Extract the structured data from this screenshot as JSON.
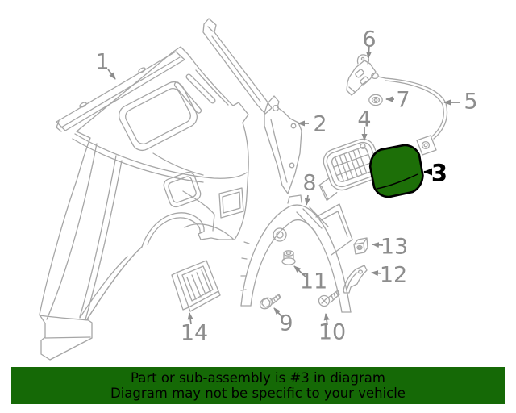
{
  "colors": {
    "line_color": "#a6a6a6",
    "label_color": "#8d8d8d",
    "highlight_green": "#1d6f08",
    "banner_green": "#156906",
    "ink": "#000000"
  },
  "diagram": {
    "highlighted_callout": "3",
    "callouts": [
      {
        "num": "1"
      },
      {
        "num": "2"
      },
      {
        "num": "3"
      },
      {
        "num": "4"
      },
      {
        "num": "5"
      },
      {
        "num": "6"
      },
      {
        "num": "7"
      },
      {
        "num": "8"
      },
      {
        "num": "9"
      },
      {
        "num": "10"
      },
      {
        "num": "11"
      },
      {
        "num": "12"
      },
      {
        "num": "13"
      },
      {
        "num": "14"
      }
    ]
  },
  "banner": {
    "line1": "Part or sub-assembly is #3 in diagram",
    "line2": "Diagram may not be specific to your vehicle"
  }
}
